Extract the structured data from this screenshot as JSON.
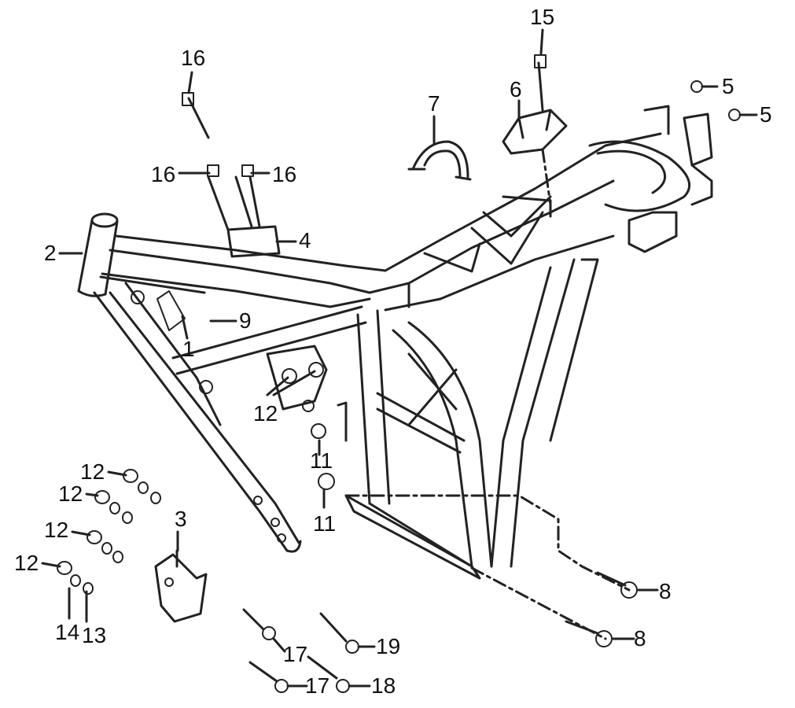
{
  "diagram": {
    "callouts": [
      {
        "id": "c15",
        "text": "15"
      },
      {
        "id": "c16a",
        "text": "16"
      },
      {
        "id": "c16b",
        "text": "16"
      },
      {
        "id": "c16c",
        "text": "16"
      },
      {
        "id": "c7",
        "text": "7"
      },
      {
        "id": "c6",
        "text": "6"
      },
      {
        "id": "c5a",
        "text": "5"
      },
      {
        "id": "c5b",
        "text": "5"
      },
      {
        "id": "c2",
        "text": "2"
      },
      {
        "id": "c4",
        "text": "4"
      },
      {
        "id": "c9",
        "text": "9"
      },
      {
        "id": "c1",
        "text": "1"
      },
      {
        "id": "c12a",
        "text": "12"
      },
      {
        "id": "c11a",
        "text": "11"
      },
      {
        "id": "c11b",
        "text": "11"
      },
      {
        "id": "c12b",
        "text": "12"
      },
      {
        "id": "c12c",
        "text": "12"
      },
      {
        "id": "c12d",
        "text": "12"
      },
      {
        "id": "c12e",
        "text": "12"
      },
      {
        "id": "c3",
        "text": "3"
      },
      {
        "id": "c14",
        "text": "14"
      },
      {
        "id": "c13",
        "text": "13"
      },
      {
        "id": "c8a",
        "text": "8"
      },
      {
        "id": "c8b",
        "text": "8"
      },
      {
        "id": "c17a",
        "text": "17"
      },
      {
        "id": "c17b",
        "text": "17"
      },
      {
        "id": "c19",
        "text": "19"
      },
      {
        "id": "c18",
        "text": "18"
      }
    ]
  }
}
